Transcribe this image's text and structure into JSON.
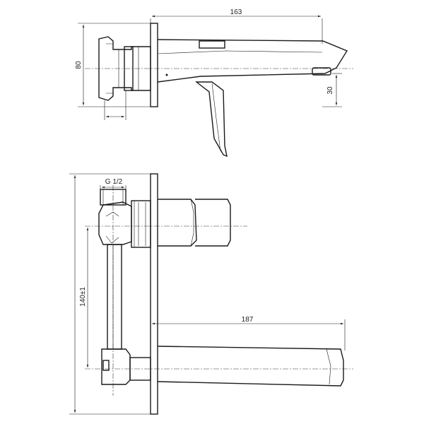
{
  "top_view": {
    "dim_width": "163",
    "dim_height": "80",
    "dim_spout_drop": "30"
  },
  "front_view": {
    "dim_thread": "G 1/2",
    "dim_spacing": "140±1",
    "dim_spout_length": "187"
  }
}
